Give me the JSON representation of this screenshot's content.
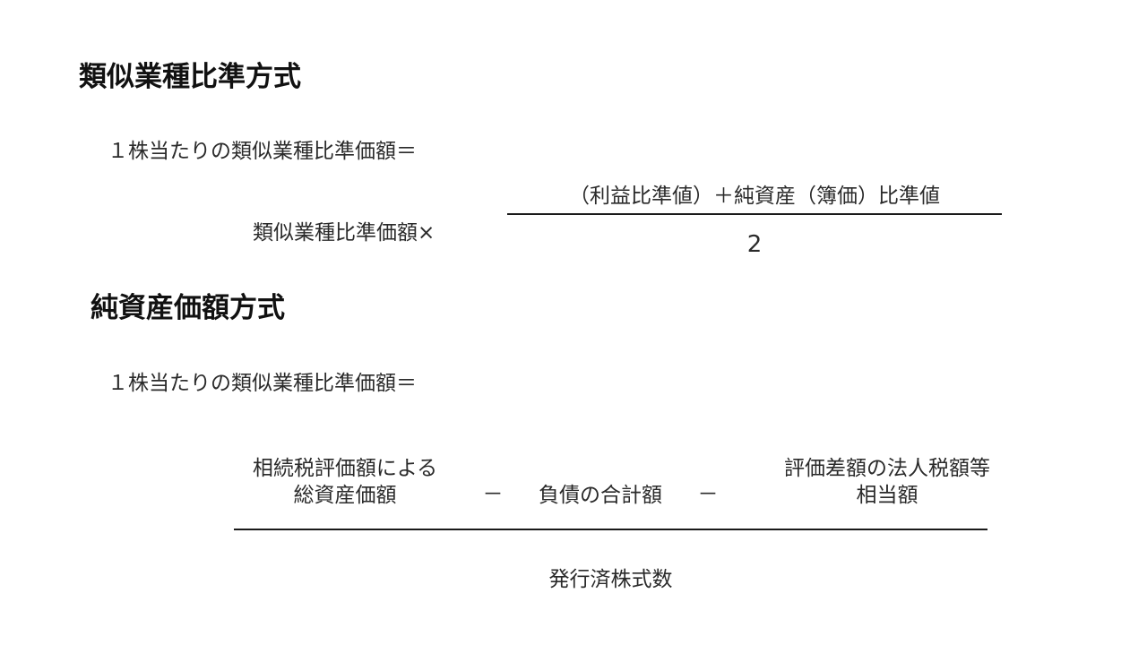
{
  "section1": {
    "heading": "類似業種比準方式",
    "lhs": "１株当たりの類似業種比準価額＝",
    "multiplier": "類似業種比準価額×",
    "numerator": "（利益比準値）＋純資産（簿価）比準値",
    "denominator": "2"
  },
  "section2": {
    "heading": "純資産価額方式",
    "lhs": "１株当たりの類似業種比準価額＝",
    "term1_line1": "相続税評価額による",
    "term1_line2": "総資産価額",
    "minus1": "－",
    "term2": "負債の合計額",
    "minus2": "－",
    "term3_line1": "評価差額の法人税額等",
    "term3_line2": "相当額",
    "denominator": "発行済株式数"
  }
}
